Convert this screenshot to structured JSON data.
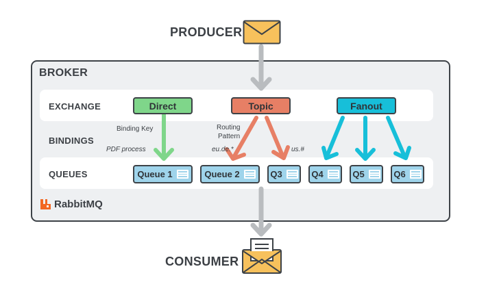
{
  "producer_label": "PRODUCER",
  "consumer_label": "CONSUMER",
  "broker": {
    "label": "BROKER",
    "rows": {
      "exchange": "EXCHANGE",
      "bindings": "BINDINGS",
      "queues": "QUEUES"
    },
    "exchanges": [
      {
        "id": "direct",
        "label": "Direct",
        "color": "#7fd68a"
      },
      {
        "id": "topic",
        "label": "Topic",
        "color": "#e77f65"
      },
      {
        "id": "fanout",
        "label": "Fanout",
        "color": "#17bfd9"
      }
    ],
    "bindings": {
      "direct_title": "Binding Key",
      "direct_key": "PDF process",
      "topic_title_line1": "Routing",
      "topic_title_line2": "Pattern",
      "topic_pattern_1": "eu.de.*",
      "topic_pattern_2": "us.#"
    },
    "queues": [
      "Queue 1",
      "Queue 2",
      "Q3",
      "Q4",
      "Q5",
      "Q6"
    ],
    "brand": "RabbitMQ",
    "brand_icon": "rabbitmq-logo-icon"
  },
  "colors": {
    "direct_arrow": "#7fd68a",
    "topic_arrow": "#e77f65",
    "fanout_arrow": "#17bfd9",
    "flow_arrow": "#b9bcbf",
    "envelope": "#f7c15c",
    "queue_fill": "#9fd4eb",
    "brand_orange": "#f26722"
  }
}
